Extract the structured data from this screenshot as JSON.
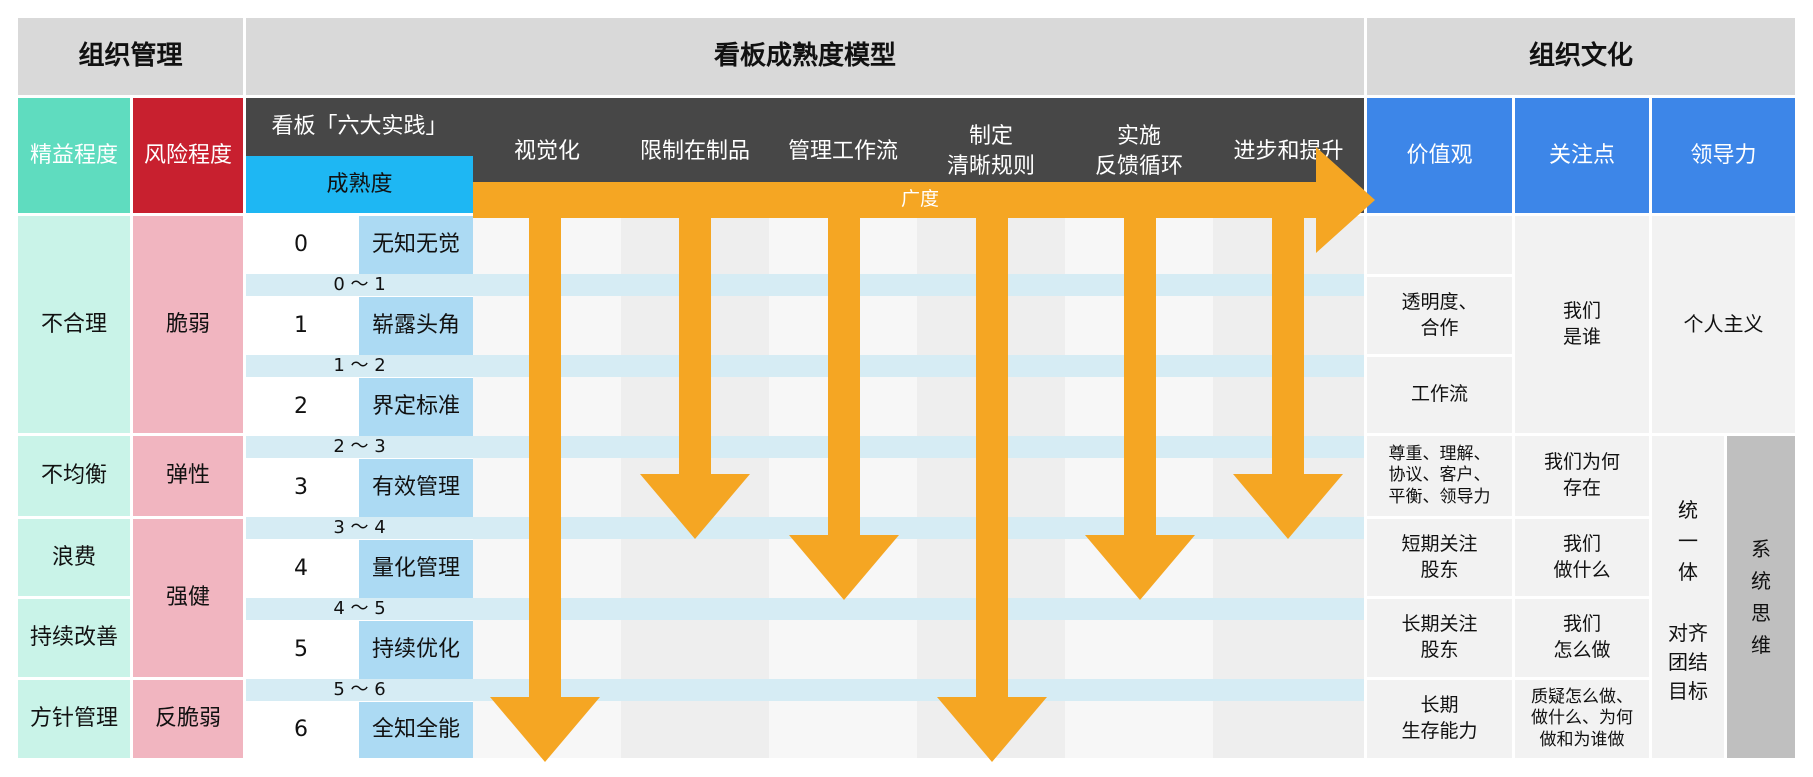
{
  "headers": {
    "org_management": "组织管理",
    "kanban_model": "看板成熟度模型",
    "org_culture": "组织文化"
  },
  "left_headers": {
    "lean": "精益程度",
    "risk": "风险程度",
    "practices": "看板「六大实践」",
    "maturity": "成熟度"
  },
  "practices": [
    "视觉化",
    "限制在制品",
    "管理工作流",
    "制定\n清晰规则",
    "实施\n反馈循环",
    "进步和提升"
  ],
  "breadth_label": "广度",
  "culture_headers": {
    "values": "价值观",
    "focus": "关注点",
    "leadership": "领导力"
  },
  "lean_levels": [
    "不合理",
    "不均衡",
    "浪费",
    "持续改善",
    "方针管理"
  ],
  "risk_levels": [
    "脆弱",
    "弹性",
    "强健",
    "反脆弱"
  ],
  "maturity_levels": [
    {
      "num": "0",
      "name": "无知无觉"
    },
    {
      "num": "1",
      "name": "崭露头角"
    },
    {
      "num": "2",
      "name": "界定标准"
    },
    {
      "num": "3",
      "name": "有效管理"
    },
    {
      "num": "4",
      "name": "量化管理"
    },
    {
      "num": "5",
      "name": "持续优化"
    },
    {
      "num": "6",
      "name": "全知全能"
    }
  ],
  "transitions": [
    "0 ～ 1",
    "1 ～ 2",
    "2 ～ 3",
    "3 ～ 4",
    "4 ～ 5",
    "5 ～ 6"
  ],
  "values": [
    "透明度、\n合作",
    "工作流",
    "尊重、理解、\n协议、客户、\n平衡、领导力",
    "短期关注\n股东",
    "长期关注\n股东",
    "长期\n生存能力"
  ],
  "focus": [
    "我们\n是谁",
    "我们为何\n存在",
    "我们\n做什么",
    "我们\n怎么做",
    "质疑怎么做、\n做什么、为何\n做和为谁做"
  ],
  "leadership": {
    "individualism": "个人主义",
    "unity": "统\n一\n体",
    "alignment": "对齐\n团结\n目标",
    "systems_thinking": "系\n统\n思\n维"
  },
  "colors": {
    "header_gray": "#d9d9d9",
    "dark_header": "#474747",
    "lean_green": "#5fdcbf",
    "lean_light": "#c9f3e8",
    "risk_red": "#c8202f",
    "risk_light": "#f1b5c0",
    "cyan": "#1eb7f3",
    "maturity_light": "#acdaf3",
    "culture_blue": "#3d86e8",
    "arrow_orange": "#f5a623"
  }
}
